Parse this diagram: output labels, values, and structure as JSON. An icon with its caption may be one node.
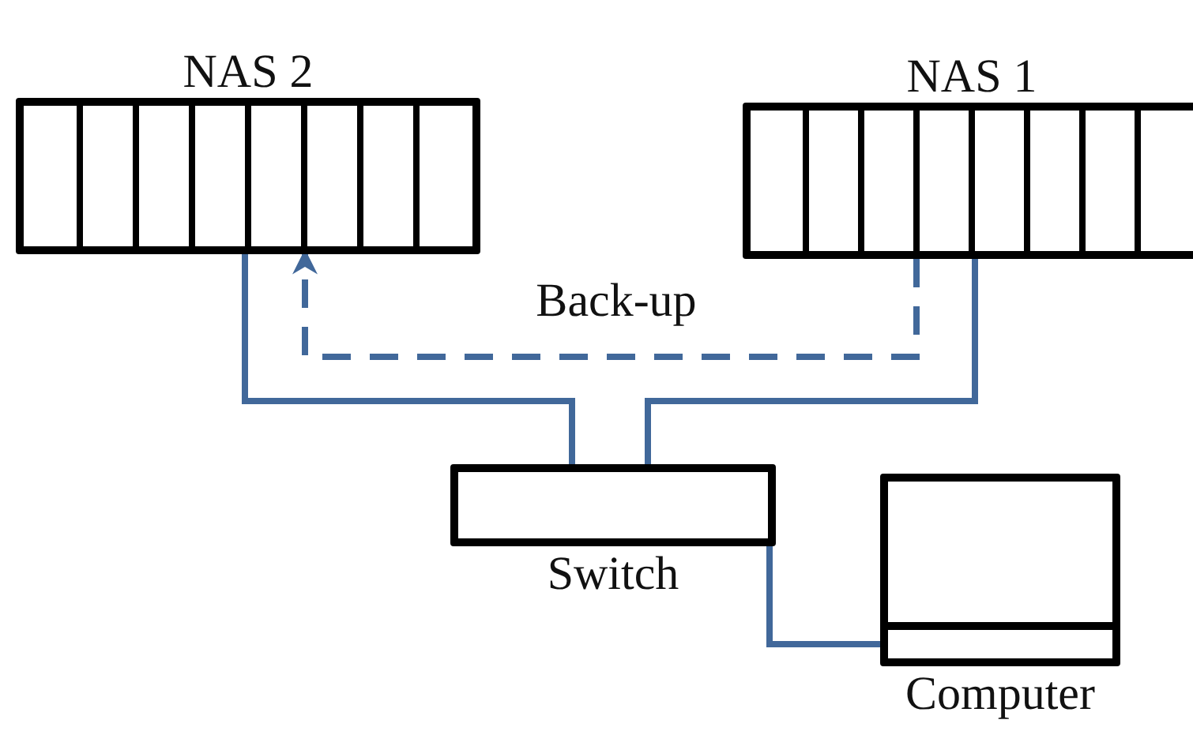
{
  "diagram": {
    "nodes": [
      {
        "text": [
          "NAS 2"
        ]
      },
      {
        "text": [
          "NAS 1"
        ]
      },
      {
        "text": [
          "Switch"
        ]
      },
      {
        "text": [
          "Computer"
        ]
      }
    ],
    "edges": [
      {
        "from": 0,
        "to": 2,
        "arrow": "none"
      },
      {
        "from": 1,
        "to": 2,
        "arrow": "none"
      },
      {
        "from": 1,
        "to": 0,
        "arrow": "to",
        "label": "Back-up",
        "style": "dashed"
      },
      {
        "from": 2,
        "to": 3,
        "arrow": "none"
      }
    ]
  }
}
